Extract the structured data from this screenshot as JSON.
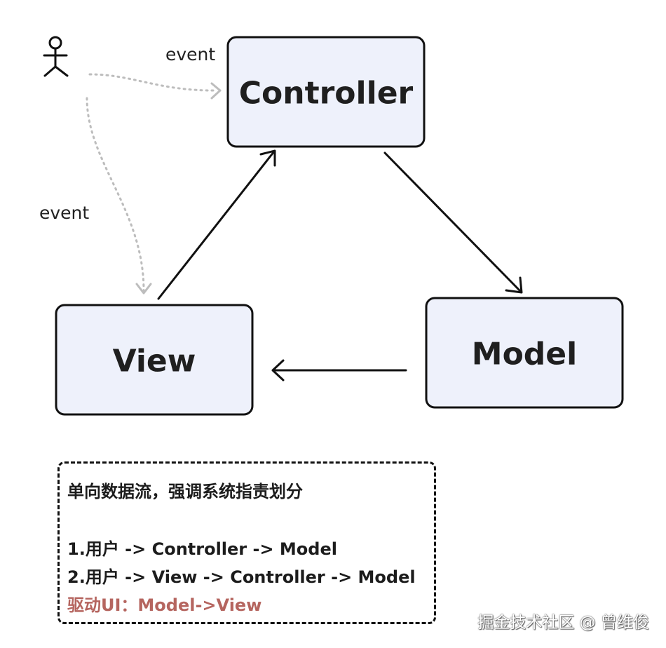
{
  "nodes": {
    "controller": "Controller",
    "view": "View",
    "model": "Model"
  },
  "events": {
    "to_controller": "event",
    "to_view": "event"
  },
  "note": {
    "title": "单向数据流，强调系统指责划分",
    "flow_1": "1.用户 -> Controller -> Model",
    "flow_2": "2.用户 -> View -> Controller -> Model",
    "driver": "驱动UI：Model->View"
  },
  "watermark": "掘金技术社区 @ 曾维俊",
  "colors": {
    "node_fill": "#eef1fb",
    "event_arrow": "#bdbdbd",
    "highlight_text": "#b5655f"
  }
}
